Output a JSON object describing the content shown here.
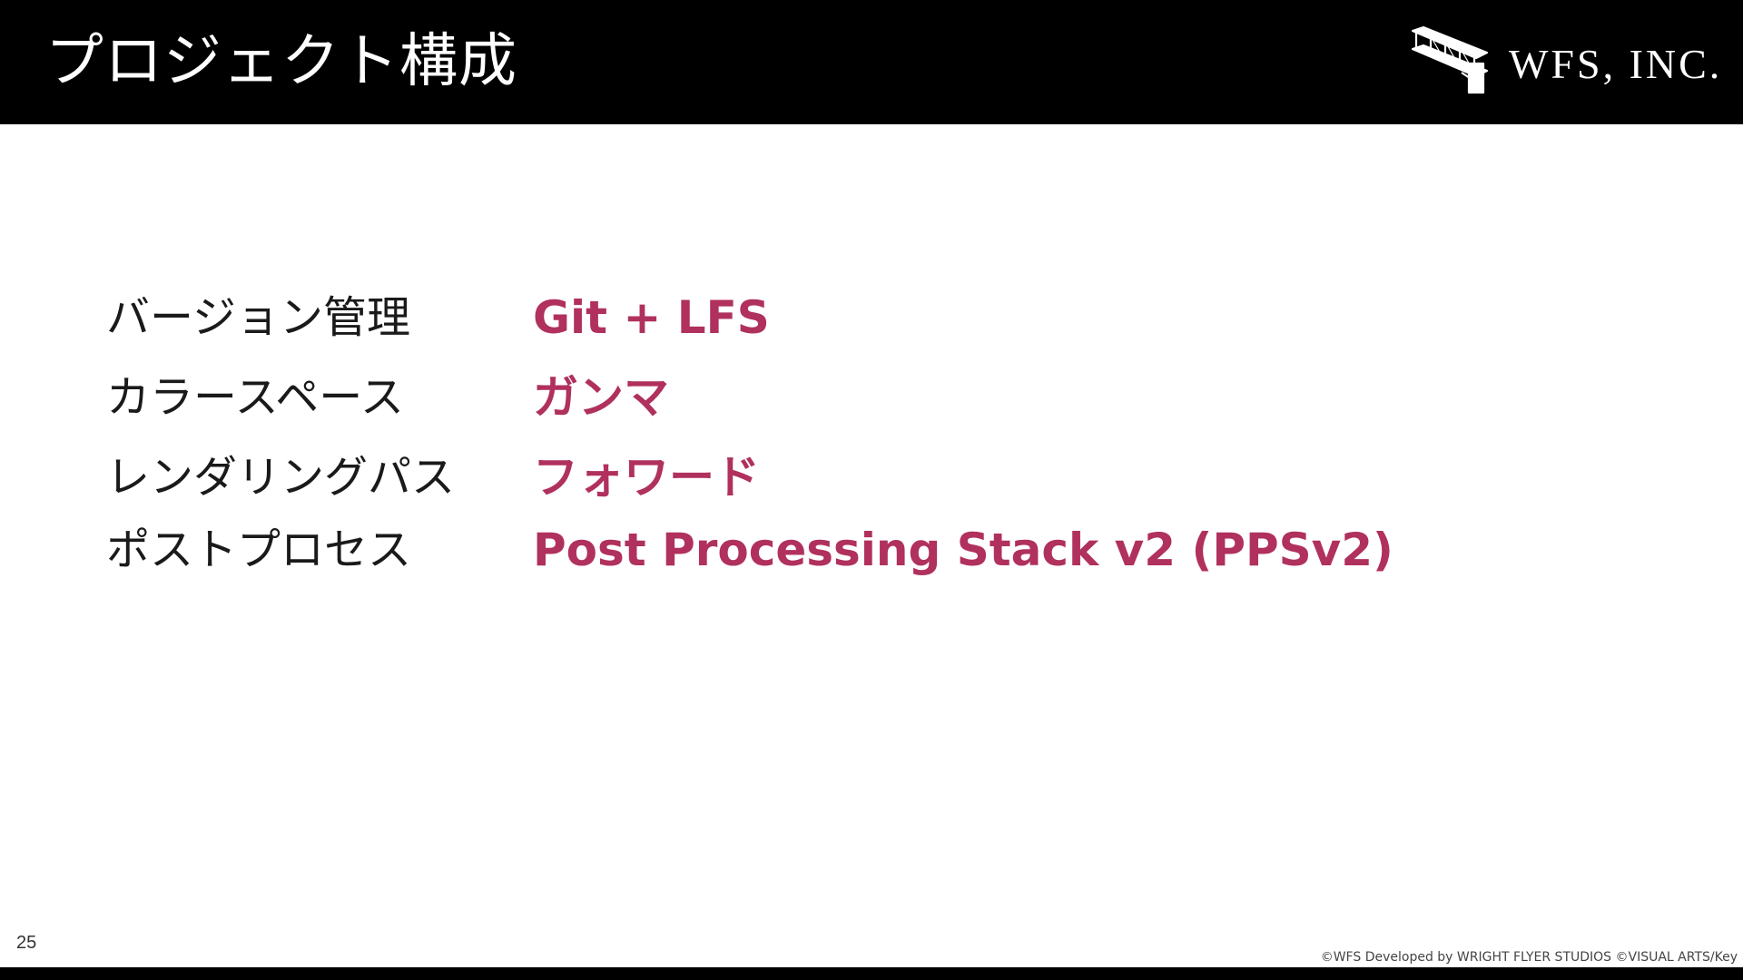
{
  "header": {
    "title": "プロジェクト構成",
    "logo_text": "WFS, INC.",
    "logo_icon": "wright-flyer-biplane-icon"
  },
  "colors": {
    "header_bg": "#000000",
    "accent": "#b0305e",
    "text": "#1a1a1a"
  },
  "rows": [
    {
      "label": "バージョン管理",
      "value": "Git + LFS"
    },
    {
      "label": "カラースペース",
      "value": "ガンマ"
    },
    {
      "label": "レンダリングパス",
      "value": "フォワード"
    },
    {
      "label": "ポストプロセス",
      "value": "Post Processing Stack v2 (PPSv2)"
    }
  ],
  "footer": {
    "page_number": "25",
    "copyright": "©WFS Developed by WRIGHT FLYER STUDIOS ©VISUAL ARTS/Key"
  }
}
